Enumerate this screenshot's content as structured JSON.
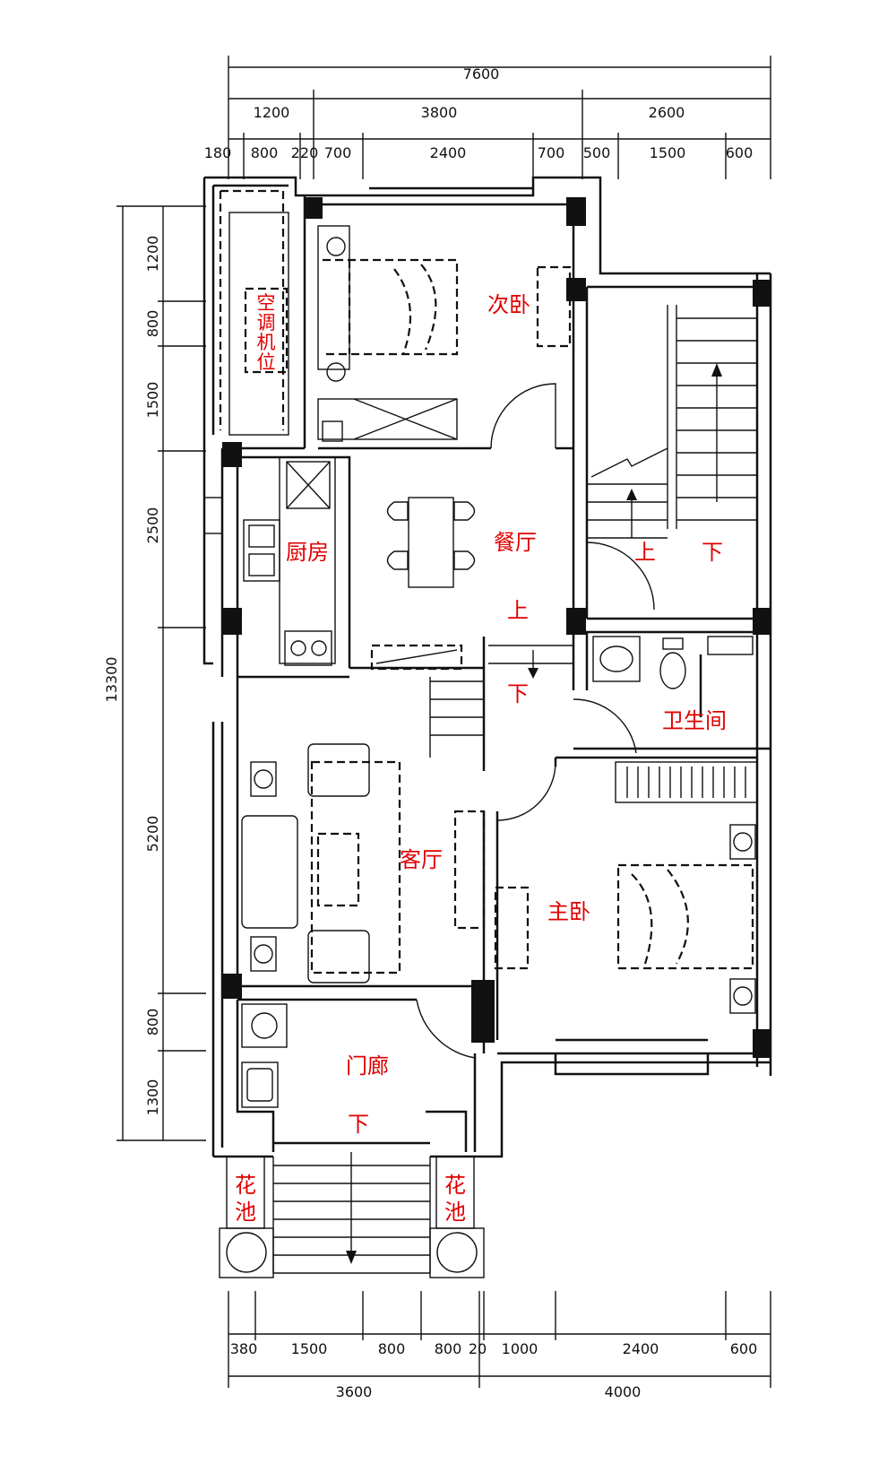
{
  "dimensions": {
    "top_total": "7600",
    "top_level2": [
      "1200",
      "3800",
      "2600"
    ],
    "top_level3": [
      "180",
      "800",
      "220",
      "700",
      "2400",
      "700",
      "500",
      "1500",
      "600"
    ],
    "left_total": "13300",
    "left_segments": [
      "1200",
      "800",
      "1500",
      "2500",
      "5200",
      "800",
      "1300"
    ],
    "bottom_level1": [
      "380",
      "1500",
      "800",
      "800",
      "20",
      "1000",
      "2400",
      "600"
    ],
    "bottom_total": [
      "3600",
      "4000"
    ]
  },
  "rooms": {
    "ac_unit": [
      "空",
      "调",
      "机",
      "位"
    ],
    "secondary_bedroom": "次卧",
    "kitchen": "厨房",
    "dining": "餐厅",
    "dining_up": "上",
    "stair_up": "上",
    "stair_down": "下",
    "living_down": "下",
    "bathroom": "卫生间",
    "living": "客厅",
    "master_bedroom": "主卧",
    "porch": "门廊",
    "porch_down": "下",
    "planter_left": [
      "花",
      "池"
    ],
    "planter_right": [
      "花",
      "池"
    ]
  }
}
